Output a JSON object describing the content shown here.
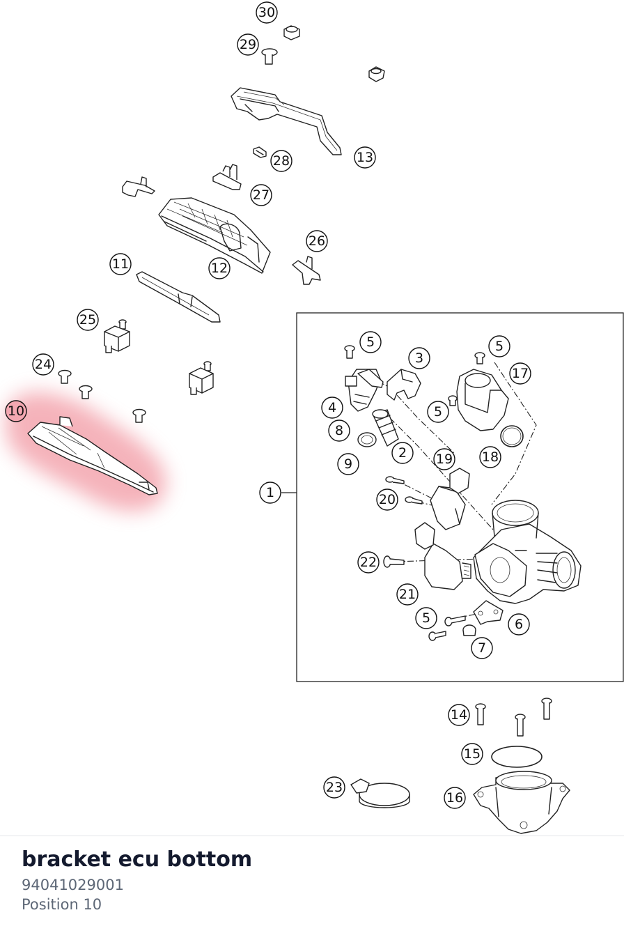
{
  "diagram": {
    "highlight_color": "#f08a96",
    "callouts": {
      "c30": "30",
      "c29": "29",
      "c13": "13",
      "c28": "28",
      "c27": "27",
      "c26": "26",
      "c12": "12",
      "c11": "11",
      "c25": "25",
      "c24": "24",
      "c10": "10",
      "c1": "1",
      "c5a": "5",
      "c3": "3",
      "c5b": "5",
      "c17": "17",
      "c4": "4",
      "c5c": "5",
      "c8": "8",
      "c2": "2",
      "c19": "19",
      "c18": "18",
      "c9": "9",
      "c20": "20",
      "c22": "22",
      "c21": "21",
      "c5d": "5",
      "c6": "6",
      "c7": "7",
      "c14": "14",
      "c15": "15",
      "c23": "23",
      "c16": "16"
    }
  },
  "selected_part": {
    "name": "bracket ecu bottom",
    "number": "94041029001",
    "position_label": "Position 10"
  }
}
